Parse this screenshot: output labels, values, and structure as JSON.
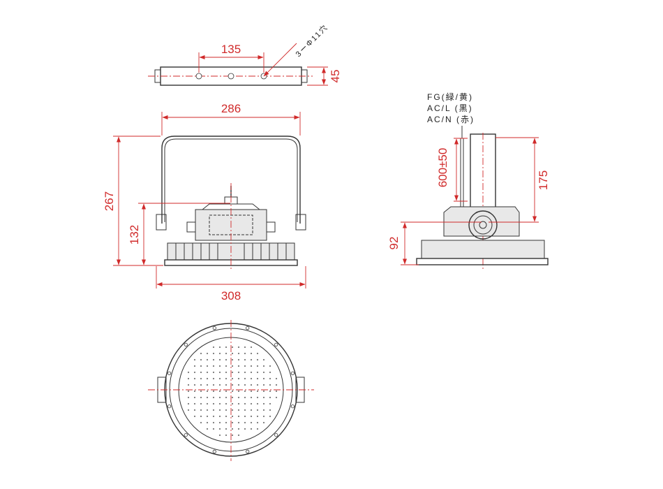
{
  "dimensions": {
    "hole_pitch": "135",
    "holes_note": "3ーΦ11穴",
    "bracket_depth": "45",
    "bracket_width": "286",
    "total_height": "267",
    "bracket_height": "132",
    "body_diameter": "308",
    "cable_length": "600±50",
    "side_height": "175",
    "body_height": "92"
  },
  "wiring_notes": [
    "FG(緑/黄)",
    "AC/L (黒)",
    "AC/N (赤)"
  ],
  "colors": {
    "dimension": "#d02a2a",
    "outline": "#333333"
  }
}
